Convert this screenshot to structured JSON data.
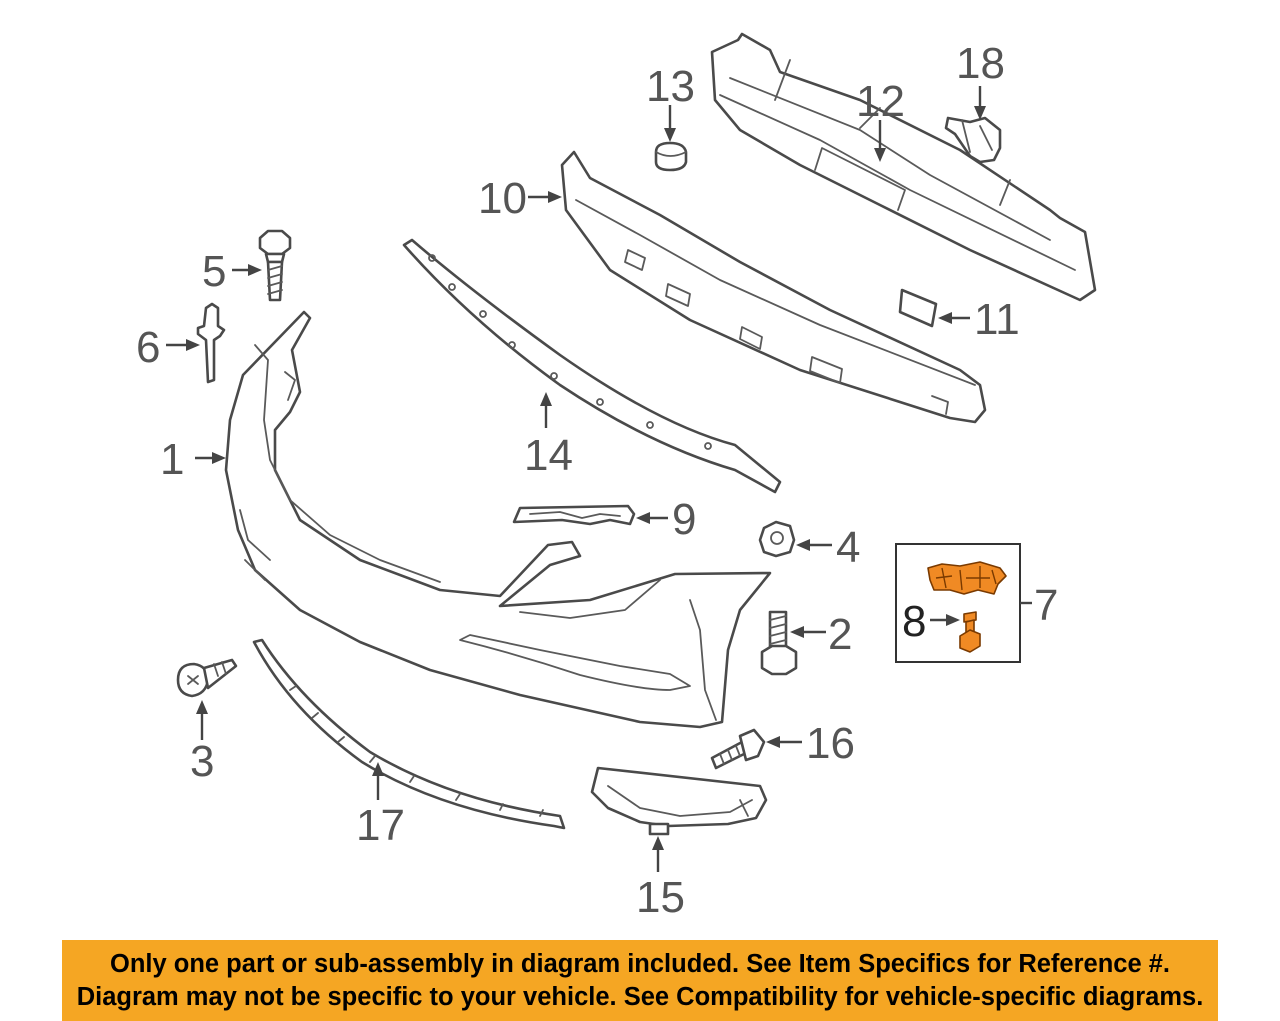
{
  "callouts": {
    "c1": "1",
    "c2": "2",
    "c3": "3",
    "c4": "4",
    "c5": "5",
    "c6": "6",
    "c7": "7",
    "c8": "8",
    "c9": "9",
    "c10": "10",
    "c11": "11",
    "c12": "12",
    "c13": "13",
    "c14": "14",
    "c15": "15",
    "c16": "16",
    "c17": "17",
    "c18": "18"
  },
  "highlight_color": "#f08a24",
  "banner_color": "#f5a623",
  "notice": {
    "line1": "Only one part or sub-assembly in diagram included. See Item Specifics for Reference #.",
    "line2": "Diagram may not be specific to your vehicle. See Compatibility for vehicle-specific diagrams."
  }
}
